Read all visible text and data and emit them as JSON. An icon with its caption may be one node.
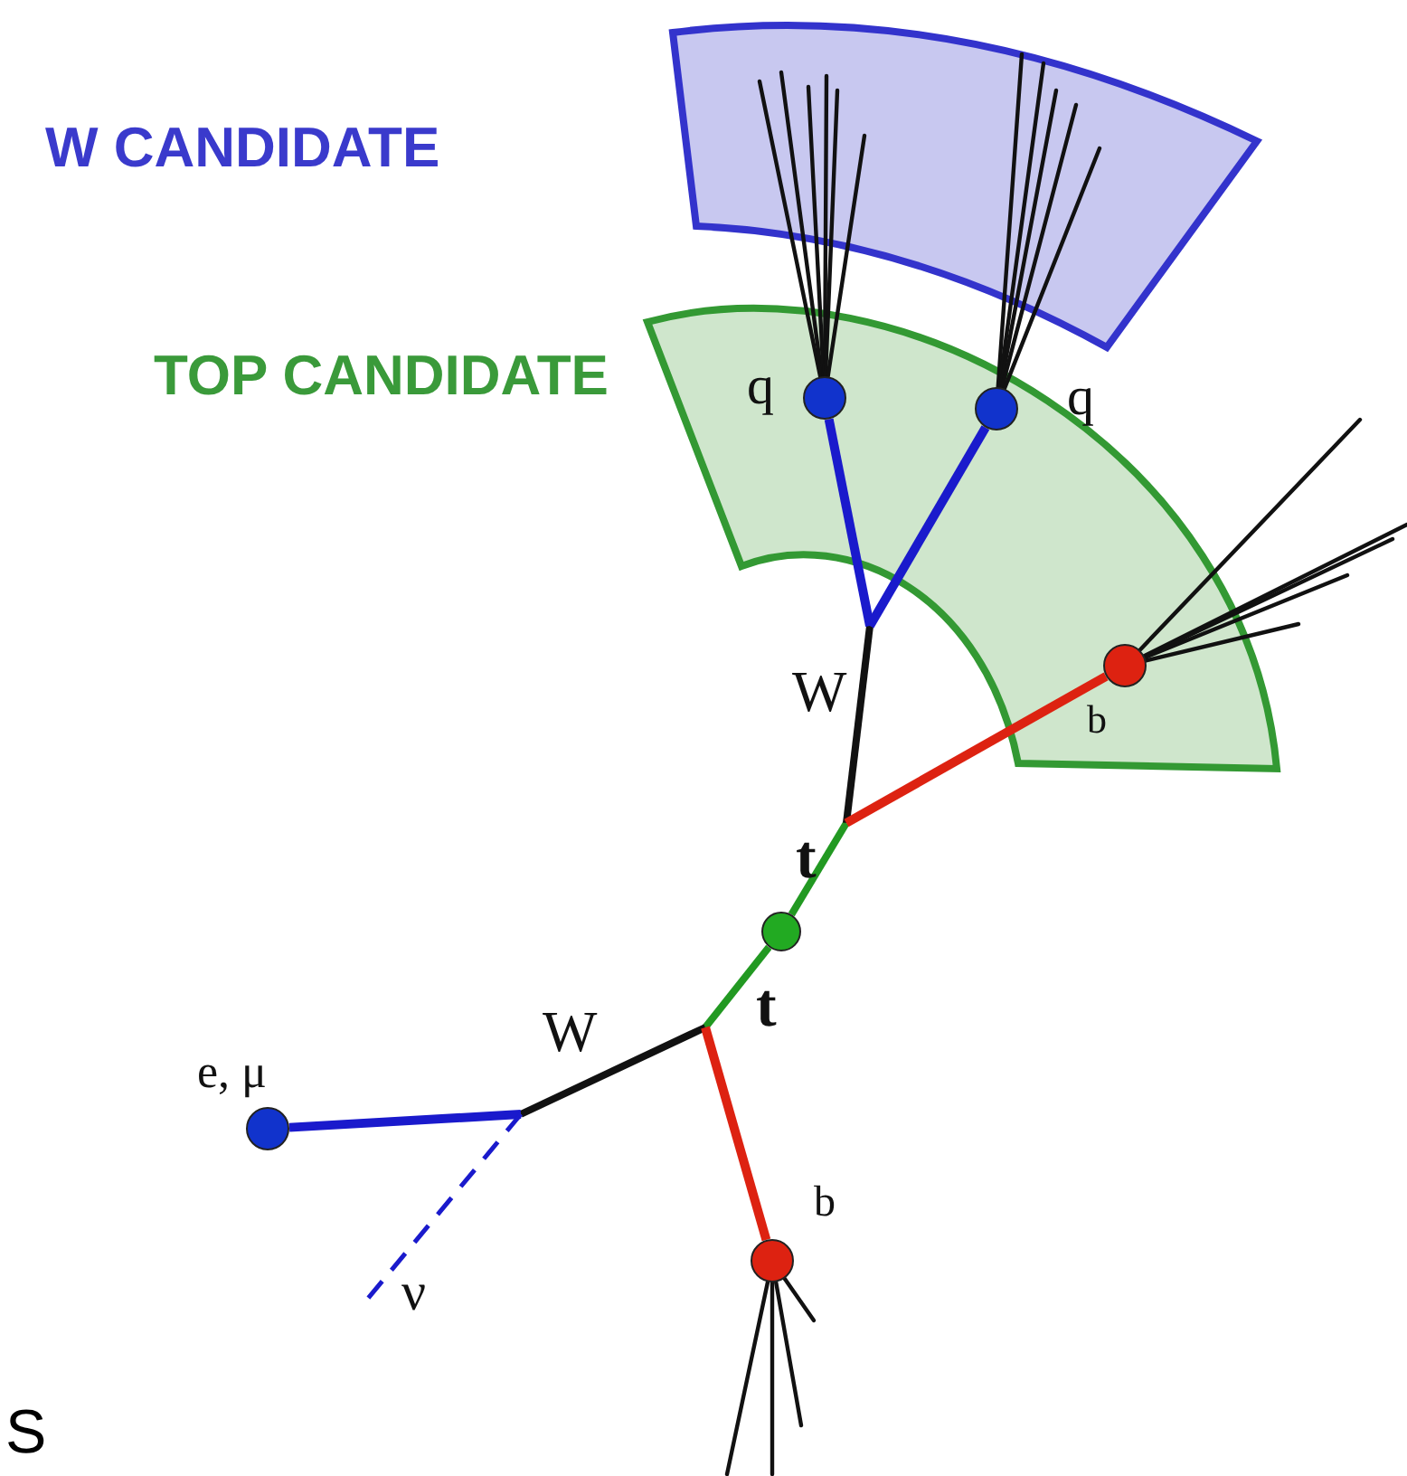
{
  "diagram": {
    "nodes": [
      {
        "text": [
          "W CANDIDATE"
        ]
      },
      {
        "text": [
          "TOP CANDIDATE"
        ]
      },
      {
        "text": [],
        "shape": "circle",
        "beside": [
          "q"
        ],
        "in": 1
      },
      {
        "text": [],
        "shape": "circle",
        "beside": [
          "q"
        ],
        "in": 1
      },
      {
        "text": [],
        "shape": "circle",
        "beside": [
          "b"
        ],
        "in": 1
      },
      {
        "text": [],
        "shape": "circle"
      },
      {
        "text": [],
        "shape": "circle",
        "beside": [
          "e, μ"
        ]
      },
      {
        "text": [],
        "shape": "circle",
        "beside": [
          "b"
        ]
      }
    ],
    "edges": [
      {
        "from": 5,
        "to": 2,
        "arrow": "none",
        "color": "#1a1acc"
      },
      {
        "from": 5,
        "to": 3,
        "arrow": "none",
        "color": "#1a1acc"
      },
      {
        "from": 5,
        "to": 4,
        "arrow": "none",
        "color": "#dd2211"
      },
      {
        "from": 5,
        "to": 6,
        "arrow": "none",
        "color": "#1a1acc"
      },
      {
        "from": 5,
        "to": 7,
        "arrow": "none",
        "color": "#dd2211"
      },
      {
        "from": 5,
        "to": null,
        "arrow": "none",
        "style": "dashed",
        "color": "#1a1acc"
      }
    ],
    "labels": [
      "W",
      "t",
      "t",
      "W",
      "ν",
      "S"
    ]
  }
}
